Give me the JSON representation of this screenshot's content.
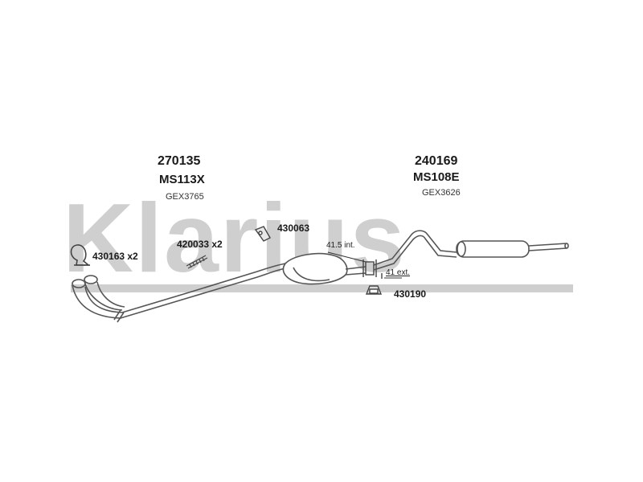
{
  "watermark": {
    "text": "Klarius",
    "color": "#cfcfcf"
  },
  "parts": {
    "front_pipe": {
      "number": "270135",
      "ms": "MS113X",
      "gex": "GEX3765"
    },
    "rear_silencer": {
      "number": "240169",
      "ms": "MS108E",
      "gex": "GEX3626"
    }
  },
  "fittings": {
    "clamp": "430163 x2",
    "springs": "420033 x2",
    "hanger_a": "430063",
    "mount_b": "430190"
  },
  "annotations": {
    "internal_diameter": "41.5 int.",
    "external_diameter": "41 ext."
  }
}
